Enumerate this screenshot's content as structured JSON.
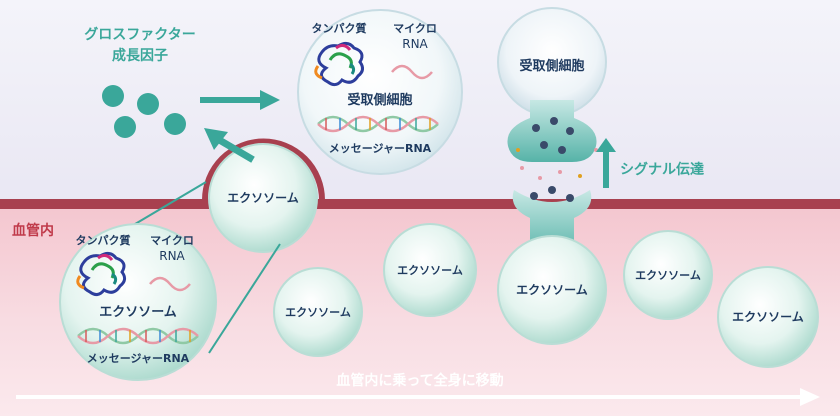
{
  "labels": {
    "growth_factor_line1": "グロスファクター",
    "growth_factor_line2": "成長因子",
    "blood_vessel": "血管内",
    "signal": "シグナル伝達",
    "flow": "血管内に乗って全身に移動",
    "recipient_cell": "受取側細胞",
    "exosome": "エクソソーム",
    "protein": "タンパク質",
    "micro": "マイクロ",
    "rna": "RNA",
    "mrna": "メッセージャーRNA"
  },
  "colors": {
    "accent_teal": "#3aa79a",
    "vessel_wall": "#a8404f",
    "vessel_red_label": "#c03a4a",
    "text_dark": "#1e3a5f",
    "dna_green": "#8fc9a5",
    "dna_pink": "#e79aa6"
  }
}
